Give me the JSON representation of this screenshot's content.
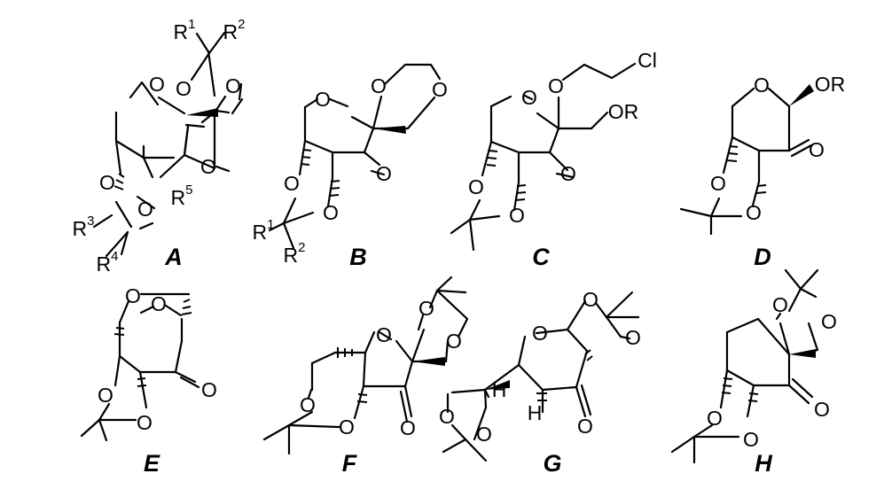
{
  "figure": {
    "compounds": [
      {
        "label": "A",
        "atoms": {
          "o_ring": "O",
          "o_top_left": "O",
          "o_top_right": "O",
          "o_keto": "O",
          "o_acetal_top": "O",
          "o_acetal_bottom": "O"
        },
        "substituents": {
          "r1": "R",
          "r1_sup": "1",
          "r2": "R",
          "r2_sup": "2",
          "r3": "R",
          "r3_sup": "3",
          "r4": "R",
          "r4_sup": "4",
          "r5": "R",
          "r5_sup": "5"
        }
      },
      {
        "label": "B",
        "atoms": {
          "o_ring": "O",
          "o_dioxane_top": "O",
          "o_dioxane_right": "O",
          "o_keto": "O",
          "o_acetal_top": "O",
          "o_acetal_bottom": "O"
        },
        "substituents": {
          "r1": "R",
          "r1_sup": "1",
          "r2": "R",
          "r2_sup": "2"
        }
      },
      {
        "label": "C",
        "atoms": {
          "o_ring": "O",
          "o_ether": "O",
          "cl": "Cl",
          "o_keto": "O",
          "o_acetal_top": "O",
          "o_acetal_bottom": "O"
        },
        "substituents": {
          "or": "OR"
        }
      },
      {
        "label": "D",
        "atoms": {
          "o_ring": "O",
          "o_keto": "O",
          "o_acetal_top": "O",
          "o_acetal_bottom": "O"
        },
        "substituents": {
          "or": "OR"
        }
      },
      {
        "label": "E",
        "atoms": {
          "o_bridge": "O",
          "o_ring": "O",
          "o_keto": "O",
          "o_acetal_top": "O",
          "o_acetal_bottom": "O"
        }
      },
      {
        "label": "F",
        "atoms": {
          "o_ring": "O",
          "o_spiro_top": "O",
          "o_spiro_right": "O",
          "o_keto": "O",
          "o_acetal_top": "O",
          "o_acetal_bottom": "O"
        }
      },
      {
        "label": "G",
        "atoms": {
          "o_ring": "O",
          "o_acetal_top": "O",
          "o_acetal_right": "O",
          "o_keto": "O",
          "o_left_top": "O",
          "o_left_bottom": "O",
          "h_top": "H",
          "h_bottom": "H"
        }
      },
      {
        "label": "H",
        "atoms": {
          "o_spiro_top": "O",
          "o_spiro_right": "O",
          "o_keto": "O",
          "o_acetal_top": "O",
          "o_acetal_bottom": "O"
        }
      }
    ]
  }
}
